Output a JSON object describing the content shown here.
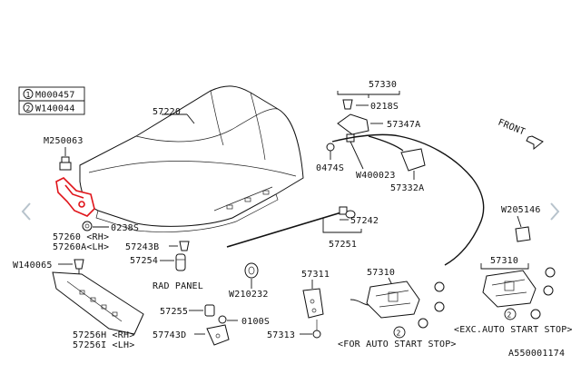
{
  "legend": {
    "items": [
      {
        "num": "1",
        "code": "M000457"
      },
      {
        "num": "2",
        "code": "W140044"
      }
    ]
  },
  "labels": {
    "hood": "57220",
    "m250063": "M250063",
    "p57260": "57260 <RH>",
    "p57260a": "57260A<LH>",
    "p0238s": "0238S",
    "w140065": "W140065",
    "p57243b": "57243B",
    "p57254": "57254",
    "rad_panel": "RAD PANEL",
    "p57256h": "57256H <RH>",
    "p57256i": "57256I <LH>",
    "p57255": "57255",
    "p57743d": "57743D",
    "p0100s": "0100S",
    "w210232": "W210232",
    "p57311": "57311",
    "p57313": "57313",
    "p57330": "57330",
    "p0218s": "0218S",
    "p57347a": "57347A",
    "p0474s": "0474S",
    "w400023": "W400023",
    "p57332a": "57332A",
    "p57242": "57242",
    "p57251": "57251",
    "front": "FRONT",
    "w205146": "W205146",
    "p57310_a": "57310",
    "p57310_b": "57310",
    "for_auto": "<FOR AUTO START STOP>",
    "exc_auto": "<EXC.AUTO START STOP>",
    "diagram_id": "A550001174"
  },
  "colors": {
    "highlight": "#e0141a",
    "nav": "#b7c3cc"
  }
}
